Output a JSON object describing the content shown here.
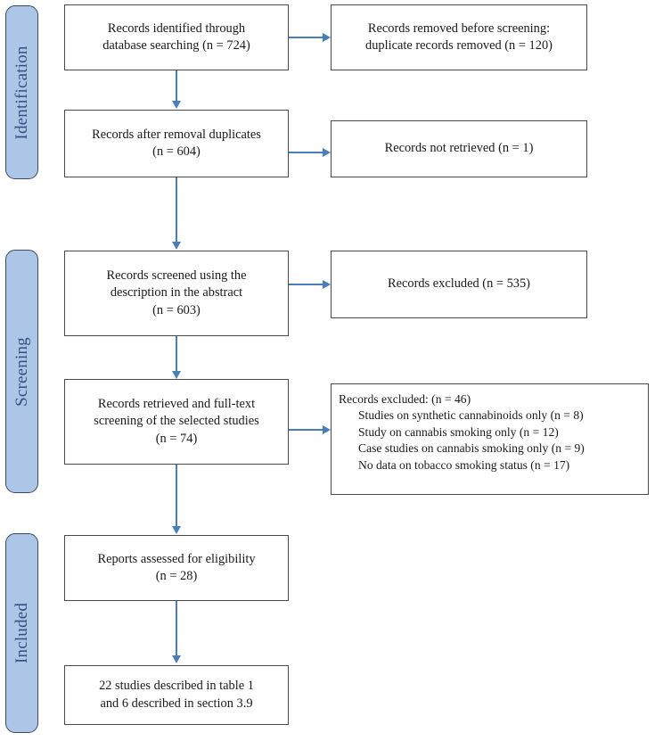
{
  "diagram": {
    "type": "prisma-flow-diagram",
    "title": "PRISMA study selection flow diagram",
    "colors": {
      "band_fill": "#adc6e8",
      "band_border": "#3a4a63",
      "band_text": "#33507e",
      "box_border": "#4a4a4a",
      "box_fill": "#ffffff",
      "arrow": "#4a7ebb",
      "text": "#1a1a1a"
    },
    "stages": [
      {
        "id": "identification",
        "label": "Identification"
      },
      {
        "id": "screening",
        "label": "Screening"
      },
      {
        "id": "included",
        "label": "Included"
      }
    ],
    "boxes": {
      "identified": {
        "text": "Records identified through\ndatabase searching (n = 724)",
        "count": 724
      },
      "removed_before_screening": {
        "text": "Records removed before screening:\nduplicate records removed (n = 120)",
        "count": 120
      },
      "after_duplicates": {
        "text": "Records after removal duplicates\n(n = 604)",
        "count": 604
      },
      "not_retrieved": {
        "text": "Records not retrieved (n = 1)",
        "count": 1
      },
      "screened": {
        "text": "Records screened using the\ndescription in the abstract\n(n = 603)",
        "count": 603
      },
      "excluded_screening": {
        "text": "Records excluded (n = 535)",
        "count": 535
      },
      "fulltext": {
        "text": "Records retrieved and full-text\nscreening of the selected studies\n(n = 74)",
        "count": 74
      },
      "excluded_fulltext": {
        "heading": "Records excluded: (n = 46)",
        "count": 46,
        "reasons": [
          "Studies on synthetic cannabinoids only (n = 8)",
          "Study on cannabis smoking only (n = 12)",
          "Case studies on cannabis smoking only (n = 9)",
          "No data on tobacco smoking status (n = 17)"
        ]
      },
      "eligibility": {
        "text": "Reports assessed for eligibility\n(n = 28)",
        "count": 28
      },
      "final": {
        "text": "22 studies described in table 1\nand 6 described in section 3.9",
        "count": 22
      }
    }
  }
}
